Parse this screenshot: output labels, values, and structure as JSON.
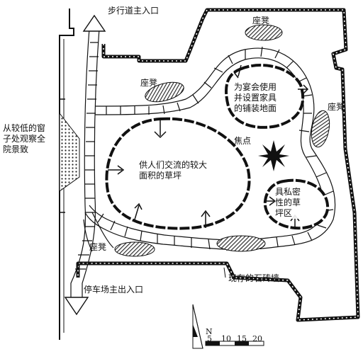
{
  "labels": {
    "pedestrian_entrance": "步行道主入口",
    "parking_entrance": "停车场主出入口",
    "low_window_view": "从较低的窗\n子处观察全\n院景致",
    "seat_top": "座凳",
    "seat_left": "座凳",
    "seat_right": "座凳",
    "seat_bottom": "座凳",
    "paving_area": "为宴会使用\n并设置家具\n的铺装地面",
    "focal_point": "焦点",
    "large_lawn": "供人们交流的较大\n面积的草坪",
    "private_lawn": "具私密\n性的草\n坪区",
    "existing_wall": "现存的石砖墙"
  },
  "scale": {
    "north": "N",
    "ticks": [
      "5",
      "10",
      "15",
      "20"
    ]
  },
  "colors": {
    "ink": "#111111",
    "paper": "#ffffff",
    "hatch": "#333333"
  }
}
